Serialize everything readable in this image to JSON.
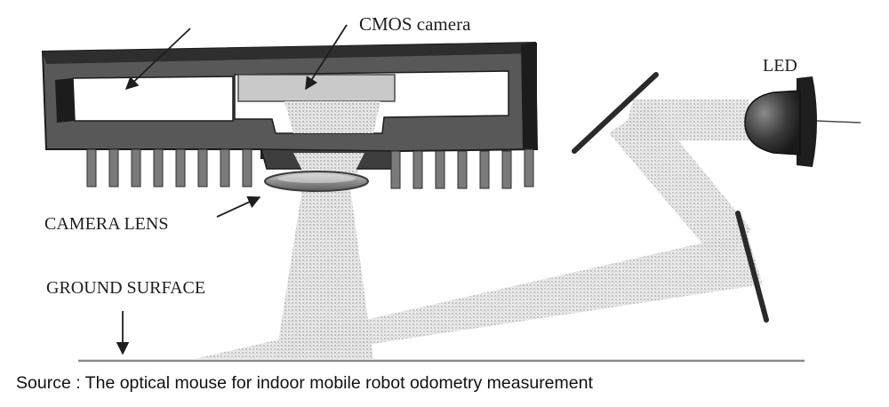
{
  "labels": {
    "cmos_camera": "CMOS camera",
    "led": "LED",
    "camera_lens": "CAMERA LENS",
    "ground_surface": "GROUND SURFACE"
  },
  "caption": "Source : The optical mouse for indoor mobile robot odometry measurement",
  "colors": {
    "housing": "#585858",
    "housing_dark": "#1c1c1c",
    "sensor": "#c9c9c9",
    "lens": "#9a9a9a",
    "beam": "#b8b8b8",
    "mirror": "#2a2a2a",
    "ground": "#8a8a8a",
    "text": "#1e1e1e"
  },
  "icons": [
    "arrow-icon",
    "led-icon",
    "mirror-icon",
    "lens-icon"
  ]
}
